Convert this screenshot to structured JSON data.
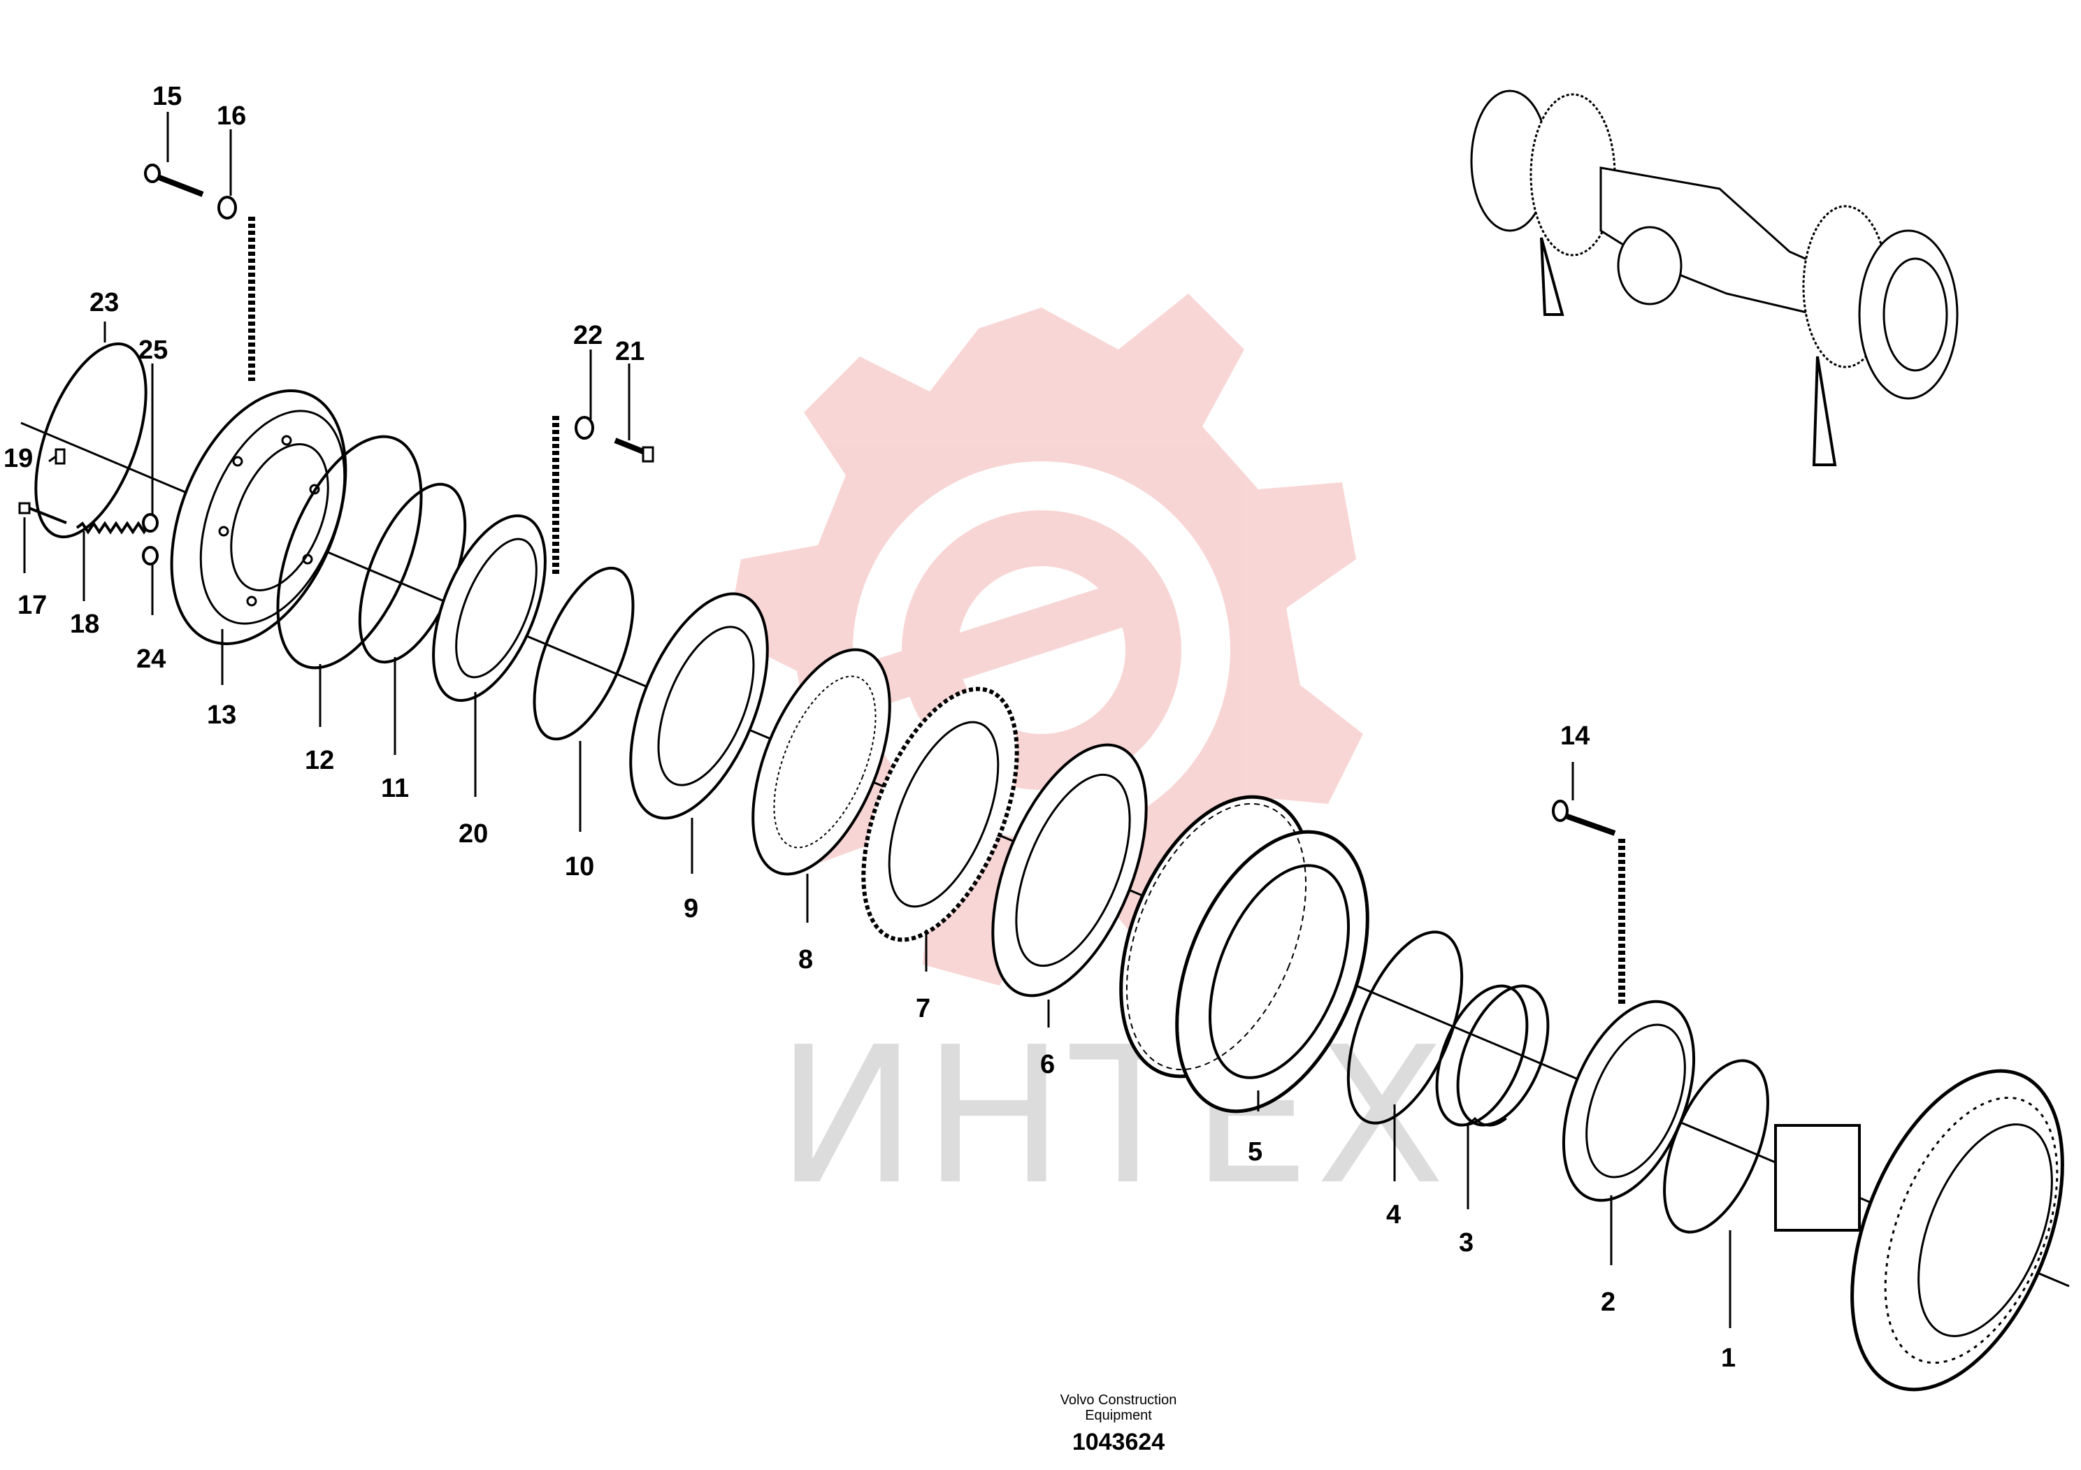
{
  "watermark": {
    "text": "ИНТЕХ",
    "color": "#f4a5a5",
    "text_color": "#d6d6d6"
  },
  "footer": {
    "brand_line1": "Volvo Construction",
    "brand_line2": "Equipment",
    "drawing_number": "1043624"
  },
  "callouts": {
    "c1": "1",
    "c2": "2",
    "c3": "3",
    "c4": "4",
    "c5": "5",
    "c6": "6",
    "c7": "7",
    "c8": "8",
    "c9": "9",
    "c10": "10",
    "c11": "11",
    "c12": "12",
    "c13": "13",
    "c14": "14",
    "c15": "15",
    "c16": "16",
    "c17": "17",
    "c18": "18",
    "c19": "19",
    "c20": "20",
    "c21": "21",
    "c22": "22",
    "c23": "23",
    "c24": "24",
    "c25": "25"
  }
}
